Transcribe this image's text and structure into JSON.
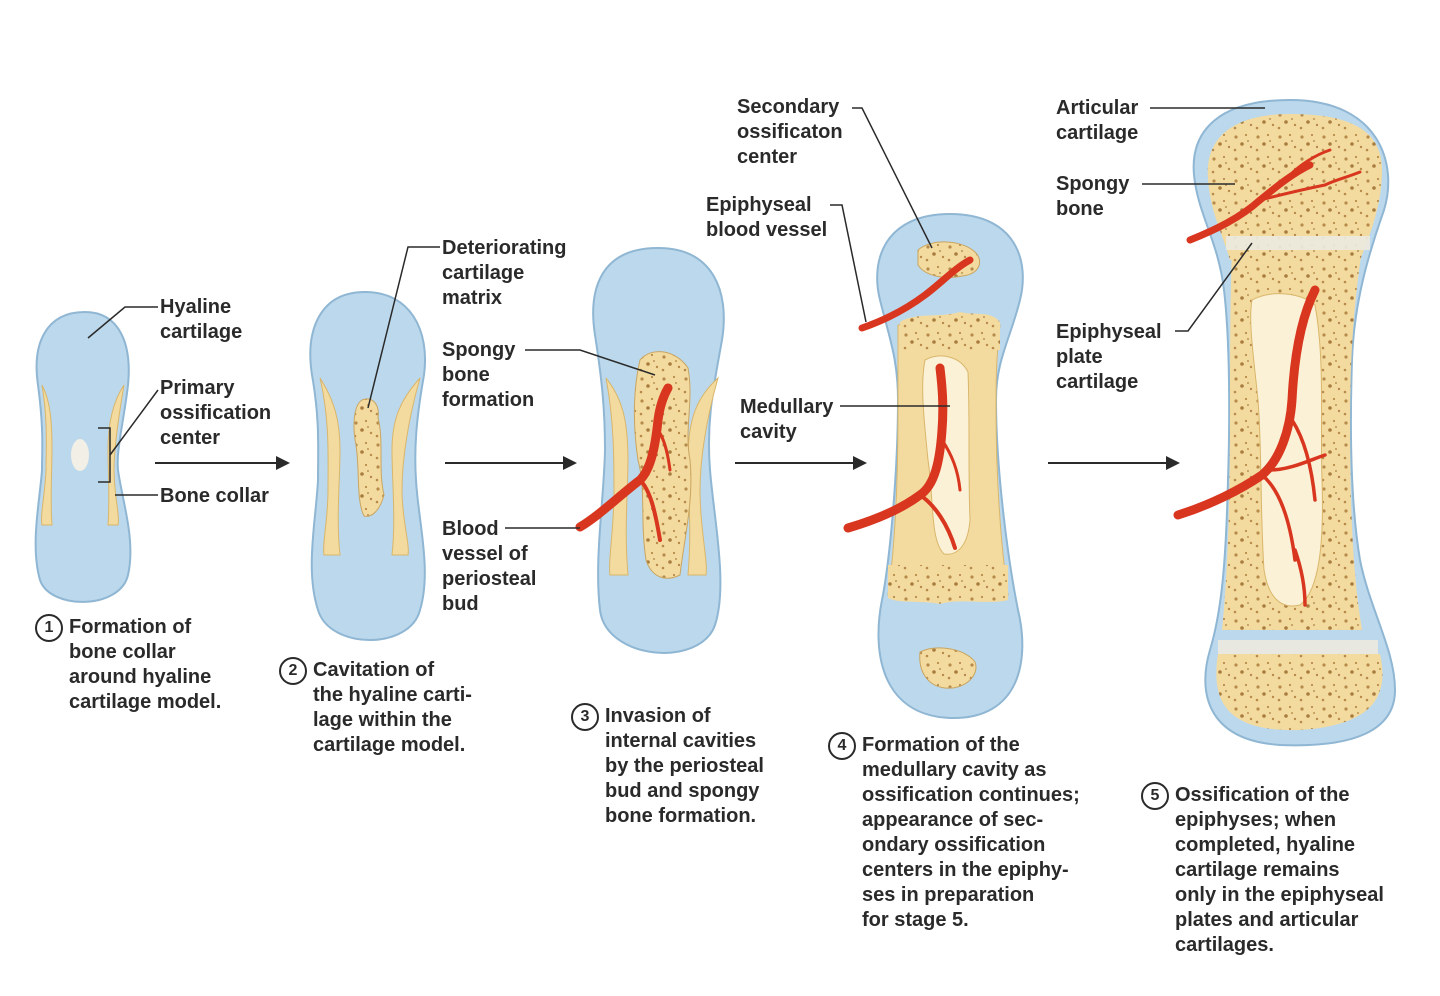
{
  "colors": {
    "cartilage": "#bcd8ec",
    "cartilage_edge": "#8fb6d3",
    "bone": "#f3dba0",
    "bone_edge": "#d9b66a",
    "vessel": "#d9361f",
    "text": "#2a2a2a"
  },
  "labels": {
    "hyaline_cartilage": [
      "Hyaline",
      "cartilage"
    ],
    "primary_ossification_center": [
      "Primary",
      "ossification",
      "center"
    ],
    "bone_collar": [
      "Bone collar"
    ],
    "deteriorating_cartilage_matrix": [
      "Deteriorating",
      "cartilage",
      "matrix"
    ],
    "spongy_bone_formation": [
      "Spongy",
      "bone",
      "formation"
    ],
    "blood_vessel_periosteal_bud": [
      "Blood",
      "vessel of",
      "periosteal",
      "bud"
    ],
    "secondary_ossification_center": [
      "Secondary",
      "ossificaton",
      "center"
    ],
    "epiphyseal_blood_vessel": [
      "Epiphyseal",
      "blood vessel"
    ],
    "medullary_cavity": [
      "Medullary",
      "cavity"
    ],
    "articular_cartilage": [
      "Articular",
      "cartilage"
    ],
    "spongy_bone": [
      "Spongy",
      "bone"
    ],
    "epiphyseal_plate_cartilage": [
      "Epiphyseal",
      "plate",
      "cartilage"
    ]
  },
  "stages": [
    {
      "number": "1",
      "lines": [
        "Formation of",
        "bone collar",
        "around hyaline",
        "cartilage model."
      ]
    },
    {
      "number": "2",
      "lines": [
        "Cavitation of",
        "the hyaline carti-",
        "lage within the",
        "cartilage model."
      ]
    },
    {
      "number": "3",
      "lines": [
        "Invasion of",
        "internal cavities",
        "by the periosteal",
        "bud and spongy",
        "bone formation."
      ]
    },
    {
      "number": "4",
      "lines": [
        "Formation of the",
        "medullary cavity as",
        "ossification continues;",
        "appearance of sec-",
        "ondary ossification",
        "centers in the epiphy-",
        "ses in preparation",
        "for stage 5."
      ]
    },
    {
      "number": "5",
      "lines": [
        "Ossification of the",
        "epiphyses; when",
        "completed, hyaline",
        "cartilage remains",
        "only in the epiphyseal",
        "plates and articular",
        "cartilages."
      ]
    }
  ]
}
